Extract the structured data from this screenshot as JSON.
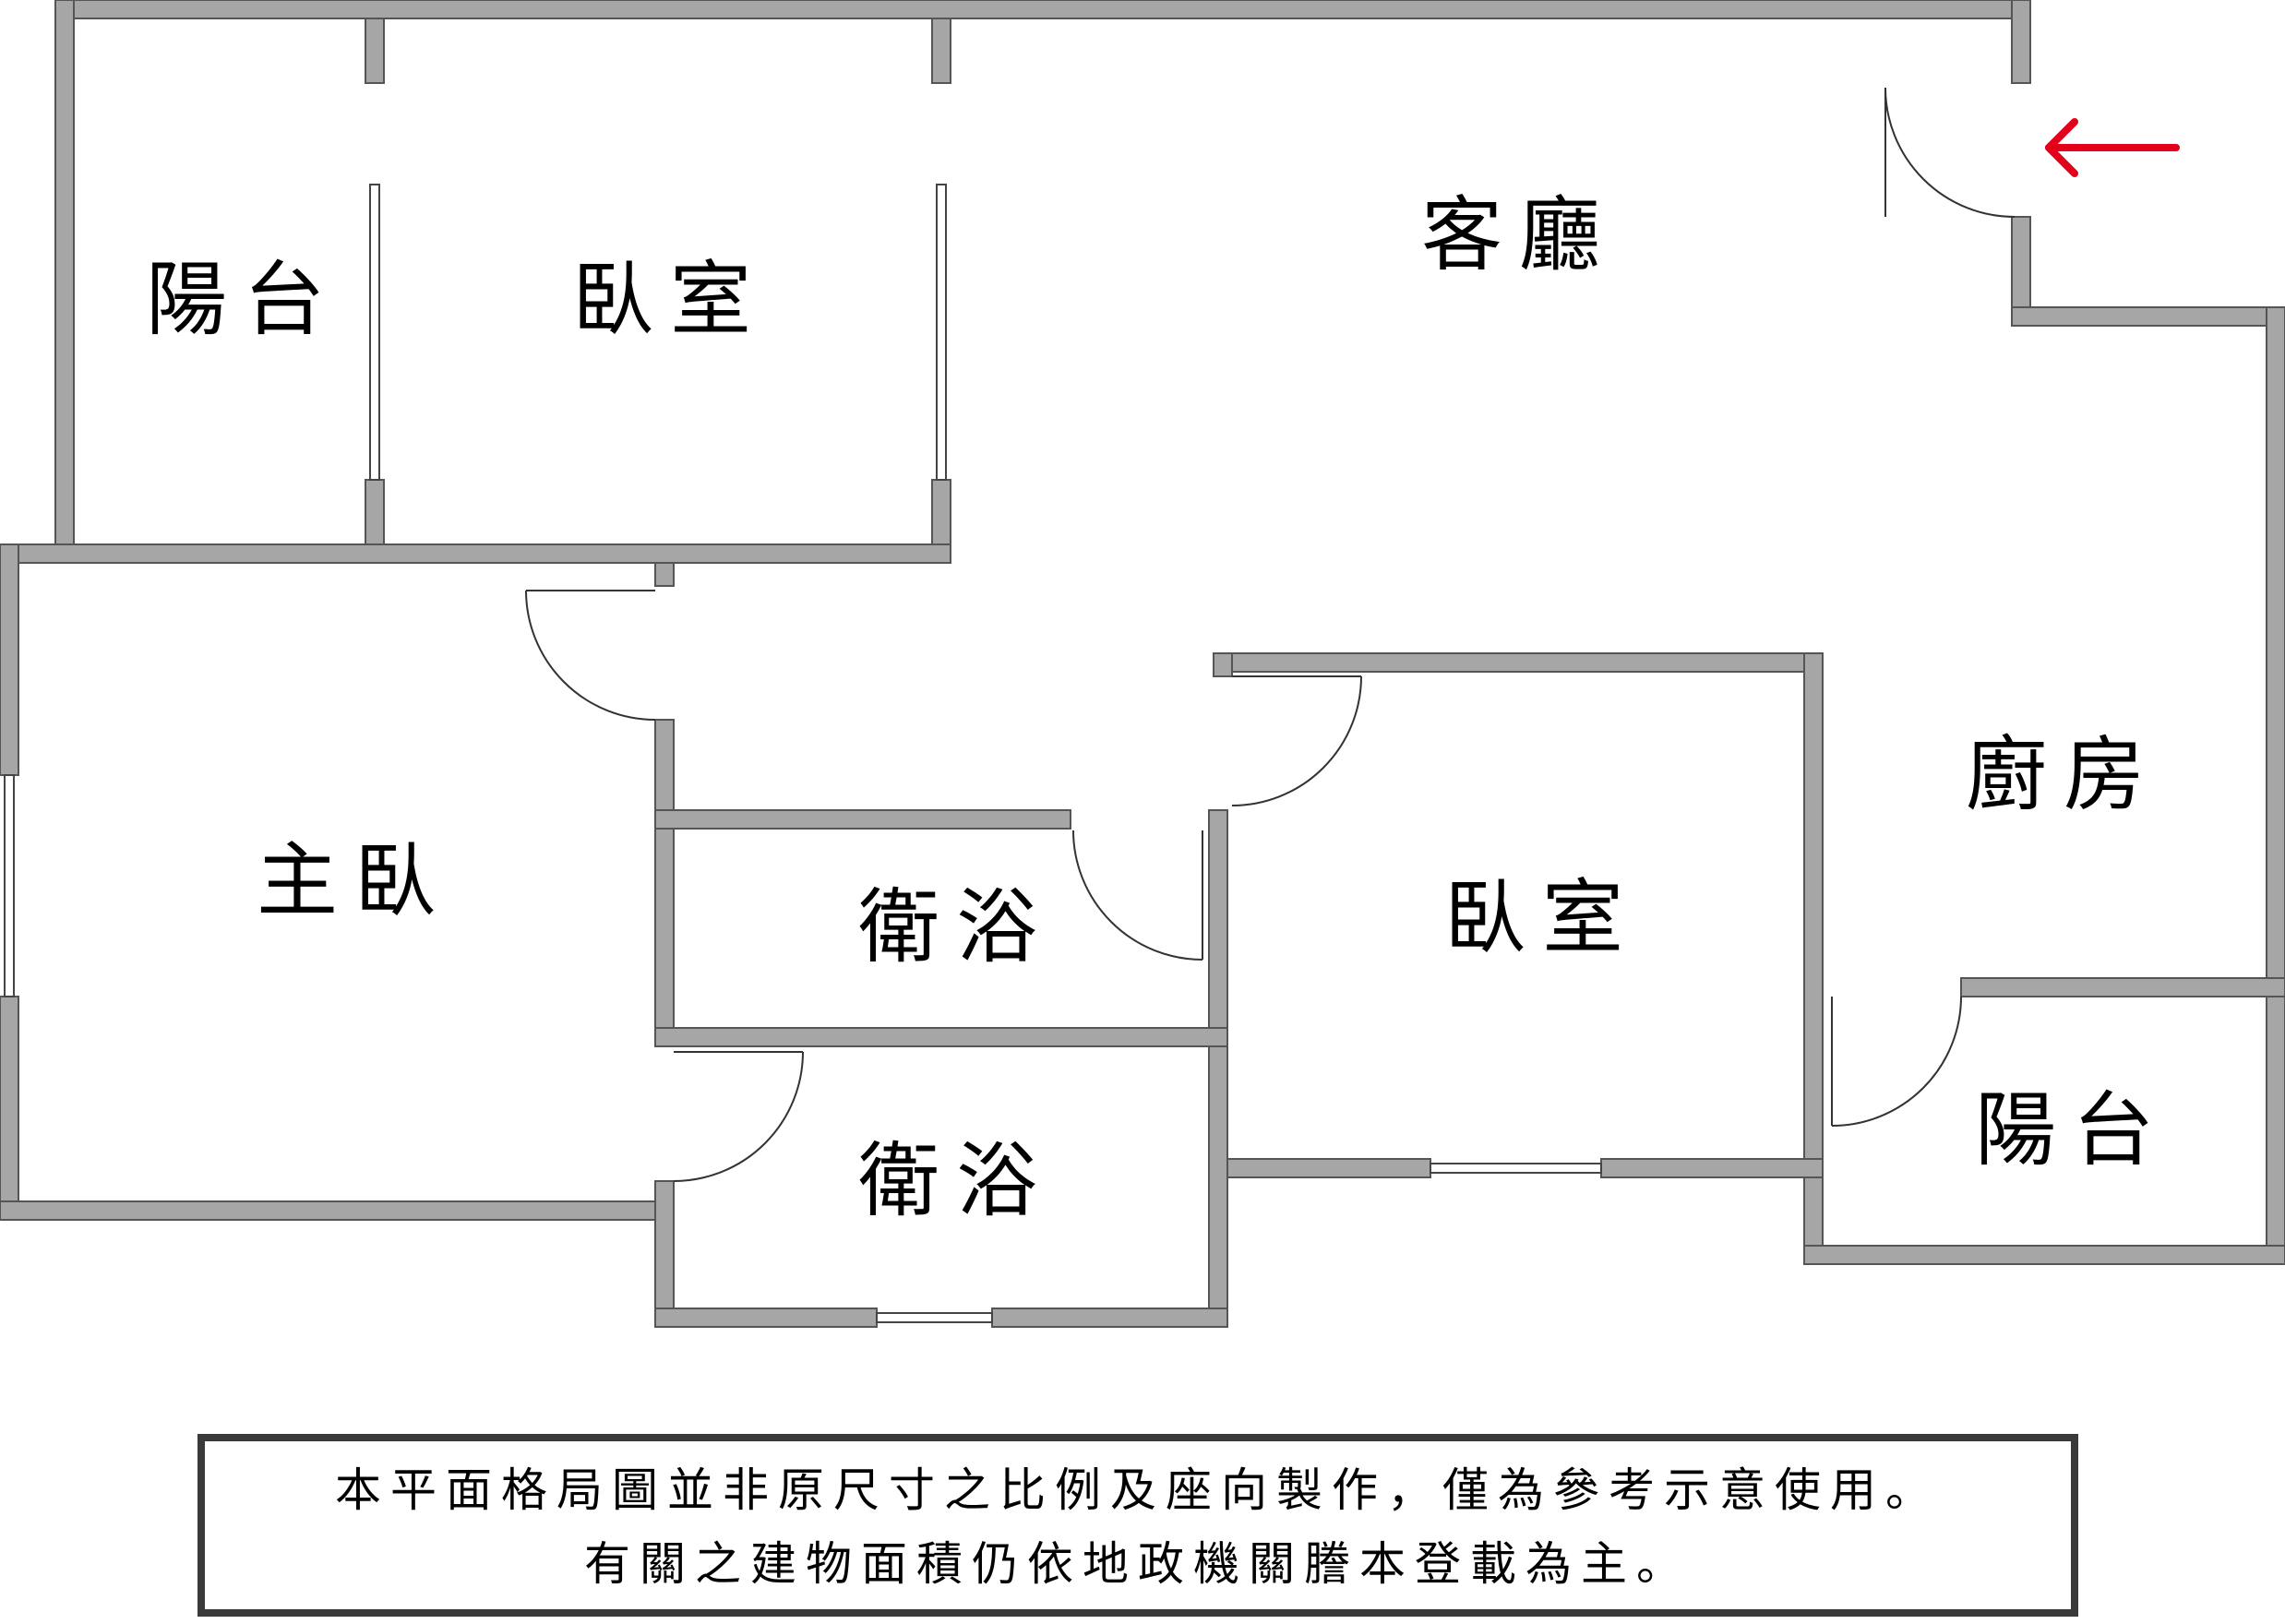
{
  "rooms": {
    "balcony_top": "陽台",
    "bedroom_top": "臥室",
    "living_room": "客廳",
    "master_bedroom": "主臥",
    "bathroom_upper": "衛浴",
    "bathroom_lower": "衛浴",
    "bedroom_middle": "臥室",
    "kitchen": "廚房",
    "balcony_right": "陽台"
  },
  "entrance": {
    "icon": "red-arrow-left-icon",
    "color": "#e3001b"
  },
  "wall_color": "#a6a6a6",
  "note": {
    "line1": "本平面格局圖並非原尺寸之比例及座向製作，僅為參考示意使用。",
    "line2": "有關之建物面積仍依地政機關謄本登載為主。"
  }
}
